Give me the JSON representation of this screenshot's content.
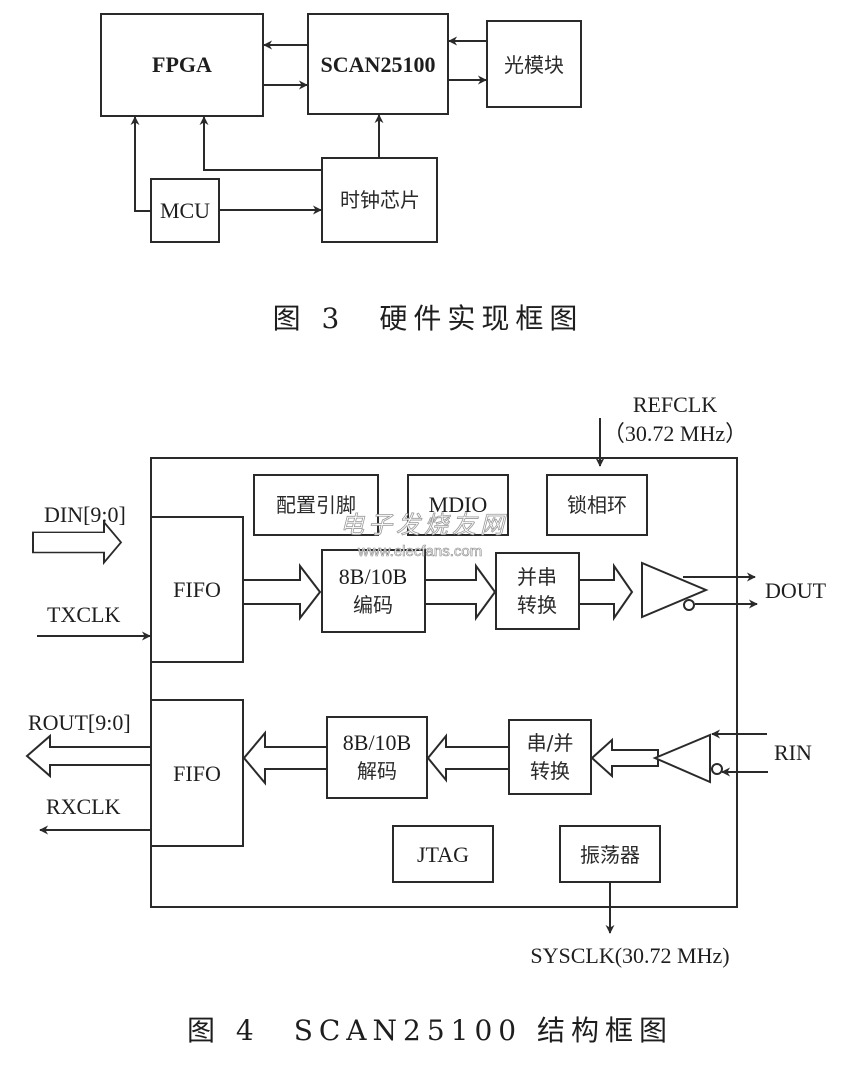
{
  "figure3": {
    "blocks": {
      "fpga": "FPGA",
      "scan": "SCAN25100",
      "optical_module": "光模块",
      "mcu": "MCU",
      "clock_chip": "时钟芯片"
    },
    "caption": "图 3　硬件实现框图"
  },
  "figure4": {
    "refclk_label": "REFCLK",
    "refclk_freq": "（30.72 MHz）",
    "blocks": {
      "config_pins": "配置引脚",
      "mdio": "MDIO",
      "pll": "锁相环",
      "fifo_tx": "FIFO",
      "encoder_line1": "8B/10B",
      "encoder_line2": "编码",
      "serializer_line1": "并串",
      "serializer_line2": "转换",
      "fifo_rx": "FIFO",
      "decoder_line1": "8B/10B",
      "decoder_line2": "解码",
      "deserializer_line1": "串/并",
      "deserializer_line2": "转换",
      "jtag": "JTAG",
      "oscillator": "振荡器"
    },
    "signals": {
      "din": "DIN[9:0]",
      "txclk": "TXCLK",
      "dout": "DOUT",
      "rout": "ROUT[9:0]",
      "rxclk": "RXCLK",
      "rin": "RIN",
      "sysclk": "SYSCLK(30.72 MHz)"
    },
    "watermark": {
      "text": "电子发烧友网",
      "url": "www.elecfans.com"
    },
    "caption": "图 4　SCAN25100 结构框图"
  }
}
